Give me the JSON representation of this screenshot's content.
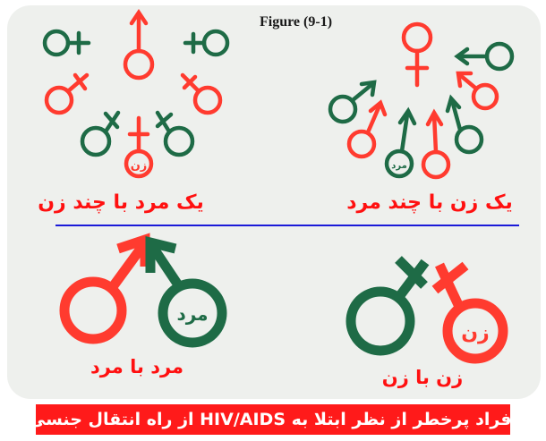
{
  "figure_label": "Figure (9-1)",
  "captions": {
    "top_left": "یک مرد با چند زن",
    "top_right": "یک زن با چند مرد",
    "bottom_left": "مرد با مرد",
    "bottom_right": "زن با زن"
  },
  "symbol_labels": {
    "top_left_female": "زن",
    "top_right_male": "مرد",
    "bottom_left_male": "مرد",
    "bottom_right_female": "زن"
  },
  "footer_text": "افراد پرخطر از نظر ابتلا به HIV/AIDS از راه انتقال جنسی",
  "colors": {
    "red": "#ff3b2f",
    "green": "#1e6b46",
    "divider": "#1a1ad8",
    "panel": "#eef0ed",
    "caption": "#ff1010",
    "footer_bg": "#ff1a1a"
  },
  "icons": {
    "male": "male-symbol-icon",
    "female": "female-symbol-icon"
  }
}
